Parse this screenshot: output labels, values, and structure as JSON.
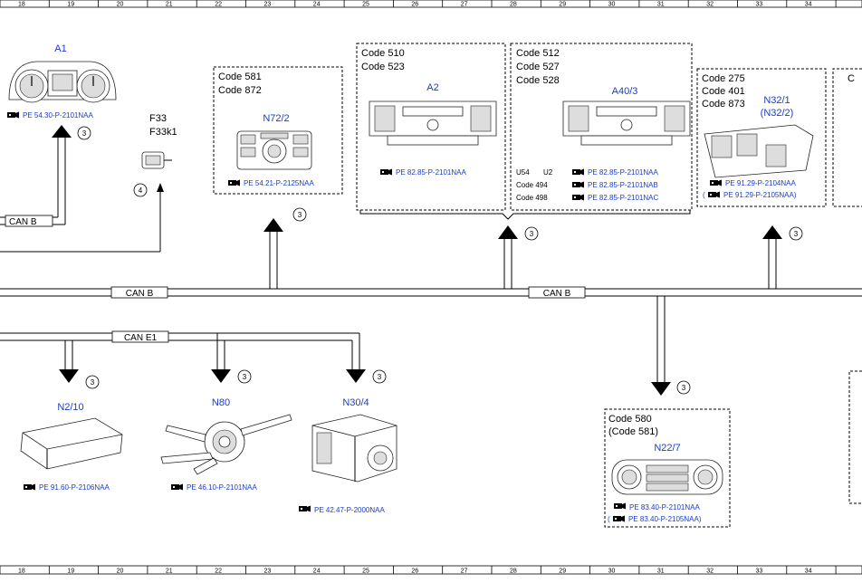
{
  "ruler": [
    "18",
    "19",
    "20",
    "21",
    "22",
    "23",
    "24",
    "25",
    "26",
    "27",
    "28",
    "29",
    "30",
    "31",
    "32",
    "33",
    "34"
  ],
  "bus_labels": {
    "can_b_left": "CAN B",
    "can_b_mid": "CAN B",
    "can_b_right": "CAN B",
    "can_e1": "CAN E1"
  },
  "conn": {
    "c3": "3",
    "c4": "4"
  },
  "a1": {
    "title": "A1",
    "ref": "PE 54.30-P-2101NAA"
  },
  "f33": {
    "line1": "F33",
    "line2": "F33k1"
  },
  "n72": {
    "code1": "Code 581",
    "code2": "Code 872",
    "title": "N72/2",
    "ref": "PE 54.21-P-2125NAA"
  },
  "a2": {
    "code1": "Code 510",
    "code2": "Code 523",
    "title": "A2",
    "ref": "PE 82.85-P-2101NAA"
  },
  "a40": {
    "code1": "Code 512",
    "code2": "Code 527",
    "code3": "Code 528",
    "title": "A40/3",
    "row1_l": "U54",
    "row1_m": "U2",
    "row1_ref": "PE 82.85-P-2101NAA",
    "row2_l": "Code 494",
    "row2_ref": "PE 82.85-P-2101NAB",
    "row3_l": "Code 498",
    "row3_ref": "PE 82.85-P-2101NAC"
  },
  "n32": {
    "code1": "Code 275",
    "code2": "Code 401",
    "code3": "Code 873",
    "title": "N32/1",
    "title2": "(N32/2)",
    "ref1": "PE 91.29-P-2104NAA",
    "ref2": "PE 91.29-P-2105NAA)",
    "ref2_open": "("
  },
  "n2": {
    "title": "N2/10",
    "ref": "PE 91.60-P-2106NAA"
  },
  "n80": {
    "title": "N80",
    "ref": "PE 46.10-P-2101NAA"
  },
  "n30": {
    "title": "N30/4",
    "ref": "PE 42.47-P-2000NAA"
  },
  "n22": {
    "code1": "Code 580",
    "code2": "(Code 581)",
    "title": "N22/7",
    "ref1": "PE 83.40-P-2101NAA",
    "ref2": "PE 83.40-P-2105NAA)",
    "ref2_open": "("
  },
  "edge": {
    "right_c": "C"
  }
}
